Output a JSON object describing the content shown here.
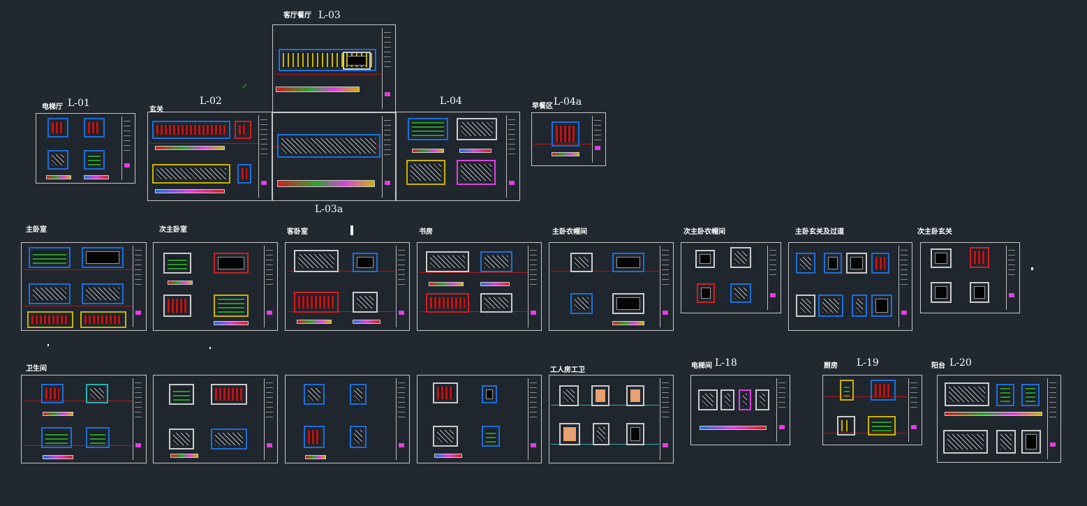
{
  "drawing": {
    "background": "#212830",
    "frame_color": "#c8c8c8",
    "colors": {
      "blue": "#1e6fd8",
      "red": "#d02020",
      "magenta": "#e040e0",
      "green": "#30a030",
      "yellow": "#c8b400",
      "white": "#dddddd",
      "cyan": "#2ab0b0"
    }
  },
  "labels": {
    "l01_name": "电梯厅",
    "l01_code": "L-01",
    "l02_name": "玄关",
    "l02_code": "L-02",
    "l03_name": "客厅餐厅",
    "l03_code": "L-03",
    "l03a_code": "L-03a",
    "l04_code": "L-04",
    "l04a_name": "早餐区",
    "l04a_code": "L-04a",
    "master_bedroom": "主卧室",
    "second_master_bedroom": "次主卧室",
    "guest_bedroom": "客卧室",
    "study": "书房",
    "master_wardrobe": "主卧衣帽间",
    "second_wardrobe": "次主卧衣帽间",
    "master_entry_corridor": "主卧玄关及过道",
    "second_entry": "次主卧玄关",
    "bathroom": "卫生间",
    "staff_room": "工人房工卫",
    "l18_name": "电梯间",
    "l18_code": "L-18",
    "l19_name": "厨房",
    "l19_code": "L-19",
    "l20_name": "阳台",
    "l20_code": "L-20"
  }
}
